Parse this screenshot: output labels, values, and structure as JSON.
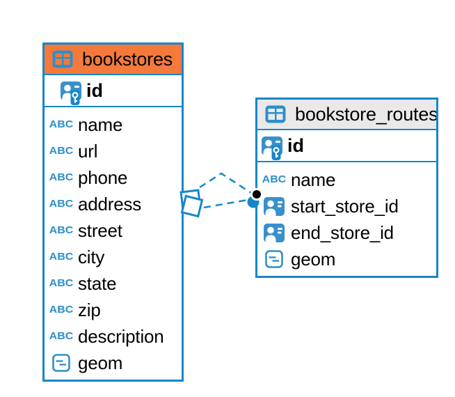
{
  "diagram": {
    "colors": {
      "accent_blue": "#1787C8",
      "icon_blue": "#3890CB",
      "abc_blue": "#2E8FCB",
      "bookstores_header_bg": "#F5793B",
      "routes_header_bg": "#E9E9E9",
      "text": "#000000"
    },
    "tables": [
      {
        "name": "bookstores",
        "header_bg": "#F5793B",
        "header_icon": "table-icon",
        "primary_key": {
          "name": "id",
          "icon": "person-key-icon"
        },
        "columns": [
          {
            "name": "name",
            "icon": "abc-icon"
          },
          {
            "name": "url",
            "icon": "abc-icon"
          },
          {
            "name": "phone",
            "icon": "abc-icon"
          },
          {
            "name": "address",
            "icon": "abc-icon"
          },
          {
            "name": "street",
            "icon": "abc-icon"
          },
          {
            "name": "city",
            "icon": "abc-icon"
          },
          {
            "name": "state",
            "icon": "abc-icon"
          },
          {
            "name": "zip",
            "icon": "abc-icon"
          },
          {
            "name": "description",
            "icon": "abc-icon"
          },
          {
            "name": "geom",
            "icon": "geometry-icon"
          }
        ]
      },
      {
        "name": "bookstore_routes",
        "header_bg": "#E9E9E9",
        "header_icon": "table-icon",
        "primary_key": {
          "name": "id",
          "icon": "person-key-icon"
        },
        "columns": [
          {
            "name": "name",
            "icon": "abc-icon"
          },
          {
            "name": "start_store_id",
            "icon": "person-icon"
          },
          {
            "name": "end_store_id",
            "icon": "person-icon"
          },
          {
            "name": "geom",
            "icon": "geometry-icon"
          }
        ]
      }
    ],
    "relation": {
      "from_table": "bookstores",
      "to_table": "bookstore_routes",
      "line_style": "dashed",
      "source_marker": "overlapping-squares",
      "target_marker": "black-dot-over-blue-dot"
    }
  }
}
